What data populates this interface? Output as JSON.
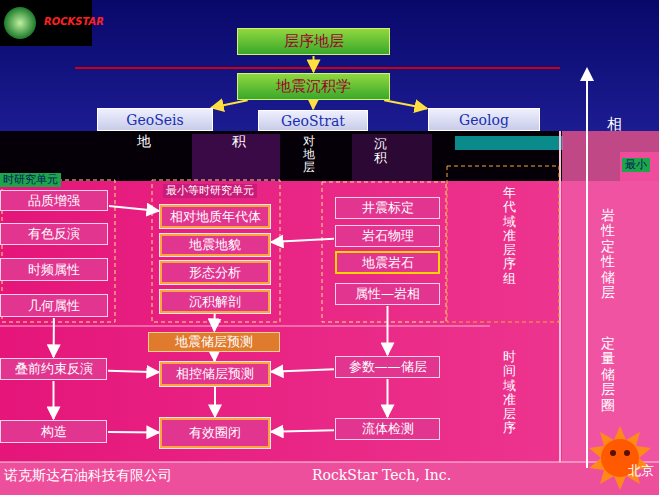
{
  "diagram": {
    "nodes": [
      {
        "text": [
          "层序地层"
        ]
      },
      {
        "text": [
          "地震沉积学"
        ]
      },
      {
        "text": [
          "GeoSeis"
        ]
      },
      {
        "text": [
          "GeoStrat"
        ]
      },
      {
        "text": [
          "Geolog"
        ]
      },
      {
        "text": [
          "品质增强"
        ]
      },
      {
        "text": [
          "有色反演"
        ]
      },
      {
        "text": [
          "时频属性"
        ]
      },
      {
        "text": [
          "几何属性"
        ]
      },
      {
        "text": [
          "相对地质年代体"
        ]
      },
      {
        "text": [
          "地震地貌"
        ]
      },
      {
        "text": [
          "形态分析"
        ]
      },
      {
        "text": [
          "沉积解剖"
        ]
      },
      {
        "text": [
          "井震标定"
        ]
      },
      {
        "text": [
          "岩石物理"
        ]
      },
      {
        "text": [
          "地震岩石"
        ]
      },
      {
        "text": [
          "属性—岩相"
        ]
      },
      {
        "text": [
          "地震储层预测"
        ]
      },
      {
        "text": [
          "叠前约束反演"
        ]
      },
      {
        "text": [
          "相控储层预测"
        ]
      },
      {
        "text": [
          "参数——储层"
        ]
      },
      {
        "text": [
          "构造"
        ]
      },
      {
        "text": [
          "有效圈闭"
        ]
      },
      {
        "text": [
          "流体检测"
        ]
      }
    ],
    "edges": [
      {
        "from": 0,
        "to": 1,
        "arrow": "to"
      },
      {
        "from": 1,
        "to": 2,
        "arrow": "to"
      },
      {
        "from": 1,
        "to": 3,
        "arrow": "to"
      },
      {
        "from": 1,
        "to": 4,
        "arrow": "to"
      },
      {
        "from": 5,
        "to": 9,
        "arrow": "to"
      },
      {
        "from": 14,
        "to": 10,
        "arrow": "to"
      },
      {
        "from": 12,
        "to": 17,
        "arrow": "to"
      },
      {
        "from": 17,
        "to": 19,
        "arrow": "to"
      },
      {
        "from": 8,
        "to": 18,
        "arrow": "to"
      },
      {
        "from": 16,
        "to": 20,
        "arrow": "to"
      },
      {
        "from": 18,
        "to": 19,
        "arrow": "to"
      },
      {
        "from": 20,
        "to": 19,
        "arrow": "to"
      },
      {
        "from": 18,
        "to": 21,
        "arrow": "to"
      },
      {
        "from": 19,
        "to": 22,
        "arrow": "to"
      },
      {
        "from": 20,
        "to": 23,
        "arrow": "to"
      },
      {
        "from": 21,
        "to": 22,
        "arrow": "to"
      },
      {
        "from": 23,
        "to": 22,
        "arrow": "to"
      }
    ],
    "labels": [
      "ROCKSTAR",
      "相",
      "地",
      "积",
      "对地层",
      "沉积",
      "时研究单元",
      "最小等时研究单元",
      "最小",
      "年代域 准层序组",
      "时间域 准层序",
      "岩性 定性储层",
      "定量储层 圈",
      "诺克斯达石油科技有限公司",
      "RockStar Tech, Inc.",
      "北京"
    ]
  }
}
